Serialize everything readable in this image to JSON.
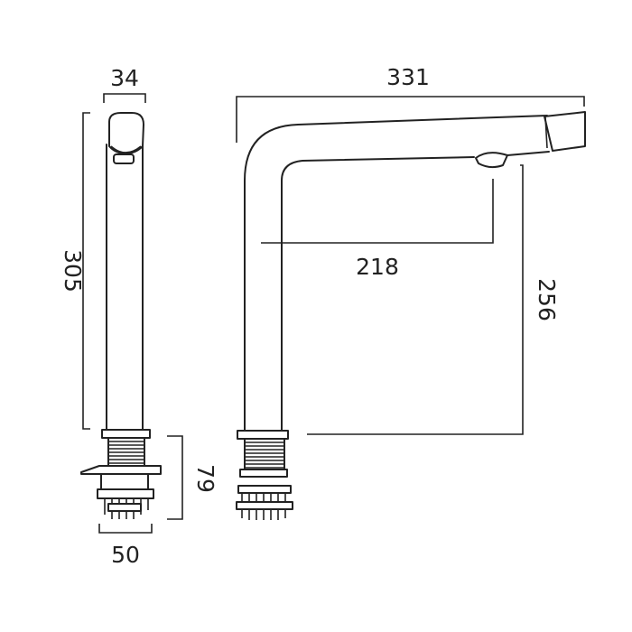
{
  "dimensions": {
    "side_width": "34",
    "side_height": "305",
    "base_height": "79",
    "base_width": "50",
    "total_reach": "331",
    "spout_reach": "218",
    "spout_height": "256"
  }
}
